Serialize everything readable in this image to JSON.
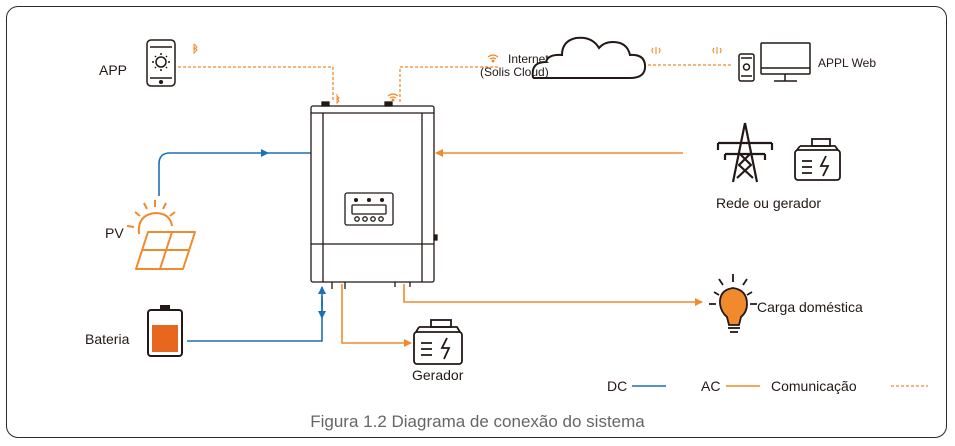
{
  "labels": {
    "app": "APP",
    "internet_line1": "Internet",
    "internet_line2": "(Solis Cloud)",
    "appl_web": "APPL Web",
    "pv": "PV",
    "bateria": "Bateria",
    "rede_gerador": "Rede ou gerador",
    "carga": "Carga doméstica",
    "gerador": "Gerador"
  },
  "legend": {
    "dc": "DC",
    "ac": "AC",
    "comunicacao": "Comunicação"
  },
  "caption": "Figura 1.2 Diagrama de conexão do sistema",
  "colors": {
    "dc": "#1f6fb5",
    "ac": "#f08a2c",
    "communication": "#f08a2c",
    "outline": "#231815"
  }
}
